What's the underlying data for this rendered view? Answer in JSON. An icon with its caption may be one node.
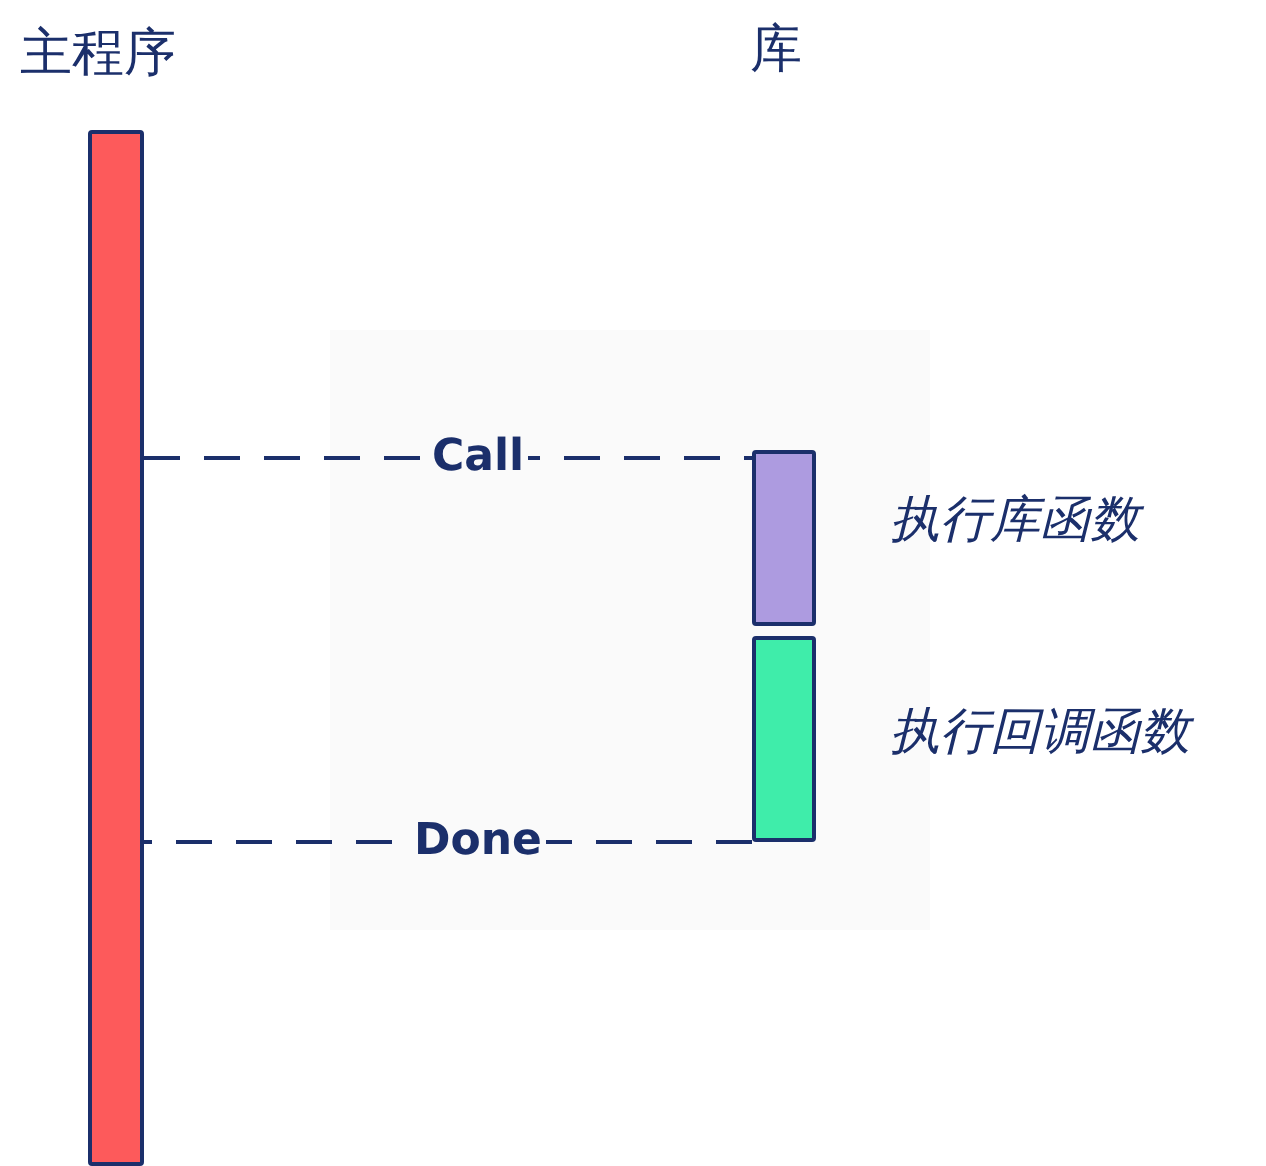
{
  "diagram": {
    "nodes": [
      {
        "text": [
          "主程序"
        ]
      },
      {
        "text": [],
        "shape": "bar",
        "beside": [
          "执行库函数"
        ]
      },
      {
        "text": [],
        "shape": "bar",
        "beside": [
          "执行回调函数"
        ]
      }
    ],
    "edges": [
      {
        "from": 0,
        "to": 1,
        "arrow": "none",
        "label": "Call",
        "style": "dashed"
      },
      {
        "from": 2,
        "to": 0,
        "arrow": "none",
        "label": "Done",
        "style": "dashed"
      }
    ],
    "labels": [
      "库"
    ]
  }
}
